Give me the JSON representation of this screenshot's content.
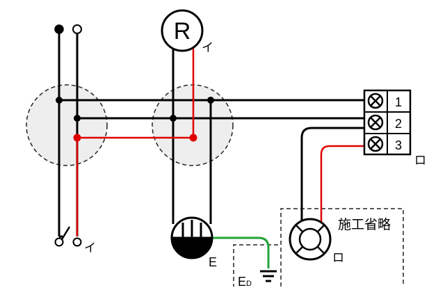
{
  "labels": {
    "lamp_r": "R",
    "lamp_r_tag": "イ",
    "switch_tag": "イ",
    "outlet_e": "E",
    "ground_e": "E",
    "ground_sub": "D",
    "omit_note": "施工省略",
    "fixture_tag": "ロ",
    "terminal_tag": "ロ"
  },
  "terminal_block": [
    "1",
    "2",
    "3"
  ],
  "colors": {
    "black_wire": "#000000",
    "red_wire": "#e00000",
    "green_wire": "#22a33a",
    "box_fill": "#eeeeee"
  }
}
